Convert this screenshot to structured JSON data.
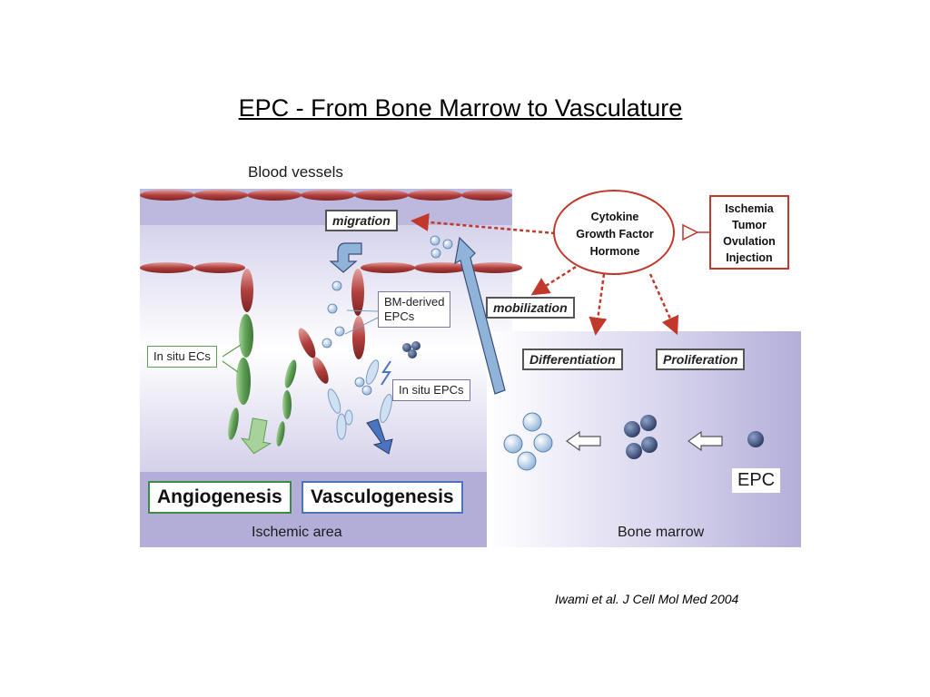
{
  "title": "EPC - From Bone Marrow to Vasculature",
  "citation": "Iwami et al. J Cell Mol Med 2004",
  "figure": {
    "labels": {
      "blood_vessels": "Blood vessels",
      "migration": "migration",
      "mobilization": "mobilization",
      "bm_derived_epcs": [
        "BM-derived",
        "EPCs"
      ],
      "in_situ_ecs": "In situ ECs",
      "in_situ_epcs": "In situ EPCs",
      "differentiation": "Differentiation",
      "proliferation": "Proliferation",
      "angiogenesis": "Angiogenesis",
      "vasculogenesis": "Vasculogenesis",
      "ischemic_area": "Ischemic area",
      "bone_marrow": "Bone marrow",
      "epc": "EPC"
    },
    "cytokine_lines": [
      "Cytokine",
      "Growth Factor",
      "Hormone"
    ],
    "stimulus_lines": [
      "Ischemia",
      "Tumor",
      "Ovulation",
      "Injection"
    ],
    "colors": {
      "panel_lavender": "#b9b4dc",
      "vessel_red": "#b3403e",
      "ec_green": "#5e9e55",
      "epc_light_blue": "#a9c8e8",
      "epc_dark_blue": "#3a4f7a",
      "signal_arrow_red": "#c0392b",
      "mobilization_arrow_blue": "#8fb3d9",
      "angiogenesis_border": "#3d8a4a",
      "vasculogenesis_border": "#4a74c0"
    }
  }
}
